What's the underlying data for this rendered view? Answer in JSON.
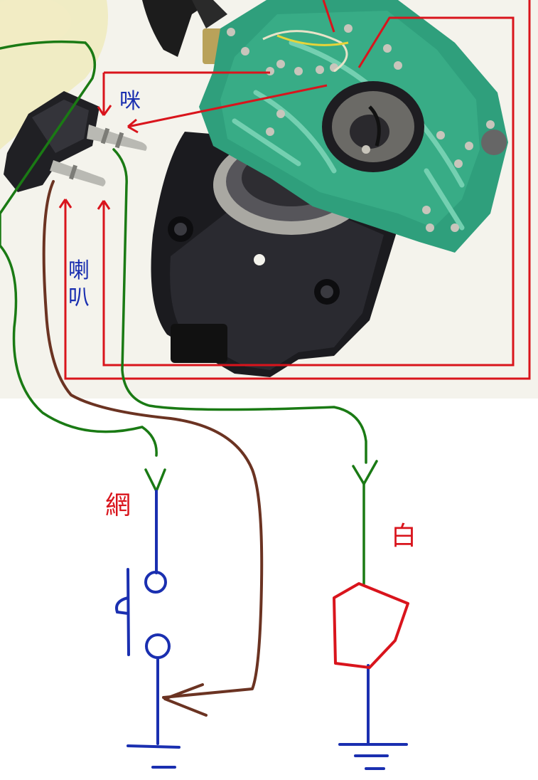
{
  "labels": {
    "mic": "咪",
    "speaker": "喇\n叭",
    "mesh": "網",
    "white": "白"
  },
  "colors": {
    "red": "#d9141c",
    "green": "#1a7a14",
    "blue": "#1a2fb0",
    "brown": "#6b3322",
    "pcb": "#2f9f7c",
    "pcb_light": "#61c8a7",
    "housing": "#1b1b1f",
    "plug": "#202024",
    "metal": "#b9b9b3"
  }
}
